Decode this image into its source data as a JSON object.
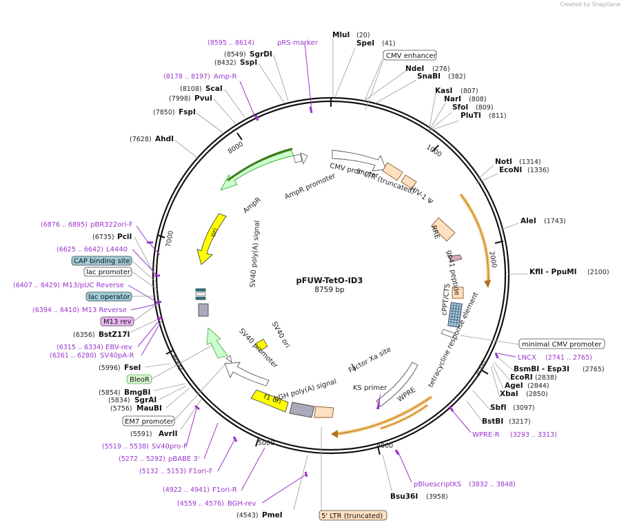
{
  "credit": "Created by SnapGene",
  "plasmid": {
    "name": "pFUW-TetO-ID3",
    "length": 8759,
    "length_label": "8759 bp"
  },
  "ticks": [
    "1000",
    "2000",
    "3000",
    "4000",
    "5000",
    "6000",
    "7000",
    "8000"
  ],
  "enzymes": [
    {
      "name": "MluI",
      "pos": "(20)"
    },
    {
      "name": "SpeI",
      "pos": "(41)"
    },
    {
      "name": "NdeI",
      "pos": "(276)"
    },
    {
      "name": "SnaBI",
      "pos": "(382)"
    },
    {
      "name": "KasI",
      "pos": "(807)"
    },
    {
      "name": "NarI",
      "pos": "(808)"
    },
    {
      "name": "SfoI",
      "pos": "(809)"
    },
    {
      "name": "PluTI",
      "pos": "(811)"
    },
    {
      "name": "NotI",
      "pos": "(1314)"
    },
    {
      "name": "EcoNI",
      "pos": "(1336)"
    },
    {
      "name": "AleI",
      "pos": "(1743)"
    },
    {
      "name": "KflI - PpuMI",
      "pos": "(2100)"
    },
    {
      "name": "BsmBI - Esp3I",
      "pos": "(2765)"
    },
    {
      "name": "EcoRI",
      "pos": "(2838)"
    },
    {
      "name": "AgeI",
      "pos": "(2844)"
    },
    {
      "name": "XbaI",
      "pos": "(2850)"
    },
    {
      "name": "SbfI",
      "pos": "(3097)"
    },
    {
      "name": "BstBI",
      "pos": "(3217)"
    },
    {
      "name": "Bsu36I",
      "pos": "(3958)"
    },
    {
      "name": "PmeI",
      "pos": "(4543)"
    },
    {
      "name": "AvrII",
      "pos": "(5591)"
    },
    {
      "name": "MauBI",
      "pos": "(5756)"
    },
    {
      "name": "SgrAI",
      "pos": "(5834)"
    },
    {
      "name": "BmgBI",
      "pos": "(5854)"
    },
    {
      "name": "FseI",
      "pos": "(5996)"
    },
    {
      "name": "BstZ17I",
      "pos": "(6356)"
    },
    {
      "name": "PciI",
      "pos": "(6735)"
    },
    {
      "name": "AhdI",
      "pos": "(7628)"
    },
    {
      "name": "FspI",
      "pos": "(7850)"
    },
    {
      "name": "PvuI",
      "pos": "(7998)"
    },
    {
      "name": "ScaI",
      "pos": "(8108)"
    },
    {
      "name": "SspI",
      "pos": "(8432)"
    },
    {
      "name": "SgrDI",
      "pos": "(8549)"
    }
  ],
  "primers": [
    {
      "name": "pRS-marker",
      "range": "(8595 .. 8614)"
    },
    {
      "name": "Amp-R",
      "range": "(8178 .. 8197)"
    },
    {
      "name": "pBR322ori-F",
      "range": "(6876 .. 6895)"
    },
    {
      "name": "L4440",
      "range": "(6625 .. 6642)"
    },
    {
      "name": "M13/pUC Reverse",
      "range": "(6407 .. 6429)"
    },
    {
      "name": "M13 Reverse",
      "range": "(6394 .. 6410)"
    },
    {
      "name": "EBV-rev",
      "range": "(6315 .. 6334)"
    },
    {
      "name": "SV40pA-R",
      "range": "(6261 .. 6280)"
    },
    {
      "name": "SV40pro-F",
      "range": "(5519 .. 5538)"
    },
    {
      "name": "pBABE 3'",
      "range": "(5272 .. 5292)"
    },
    {
      "name": "F1ori-F",
      "range": "(5132 .. 5153)"
    },
    {
      "name": "F1ori-R",
      "range": "(4922 .. 4941)"
    },
    {
      "name": "BGH-rev",
      "range": "(4559 .. 4576)"
    },
    {
      "name": "LNCX",
      "range": "(2741 .. 2765)"
    },
    {
      "name": "WPRE-R",
      "range": "(3293 .. 3313)"
    },
    {
      "name": "pBluescriptKS",
      "range": "(3832 .. 3848)"
    }
  ],
  "boxed_labels": [
    {
      "name": "CMV enhancer"
    },
    {
      "name": "minimal CMV promoter"
    },
    {
      "name": "5' LTR (truncated)"
    },
    {
      "name": "EM7 promoter"
    },
    {
      "name": "BleoR"
    },
    {
      "name": "M13 rev"
    },
    {
      "name": "lac operator"
    },
    {
      "name": "lac promoter"
    },
    {
      "name": "CAP binding site"
    }
  ],
  "features": [
    {
      "name": "CMV promoter"
    },
    {
      "name": "5' LTR (truncated)"
    },
    {
      "name": "HIV-1 Ψ"
    },
    {
      "name": "RRE"
    },
    {
      "name": "gp41 peptide"
    },
    {
      "name": "cPPT/CTS"
    },
    {
      "name": "tetracycline response element"
    },
    {
      "name": "WPRE"
    },
    {
      "name": "KS primer"
    },
    {
      "name": "Factor Xa site"
    },
    {
      "name": "bGH poly(A) signal"
    },
    {
      "name": "f1 ori"
    },
    {
      "name": "SV40 ori"
    },
    {
      "name": "SV40 promoter"
    },
    {
      "name": "SV40 poly(A) signal"
    },
    {
      "name": "ori"
    },
    {
      "name": "AmpR"
    },
    {
      "name": "AmpR promoter"
    }
  ],
  "colors": {
    "backbone": "#111111",
    "enzyme_line": "#888888",
    "primer": "#9933cc",
    "ampr_fill": "#ccffcc",
    "ori_fill": "#ffff00",
    "orange_arc": "#f5c57a",
    "ltr_fill": "#ffe0c0",
    "box_blue": "#9ecbd8",
    "box_pink": "#e8b8f0",
    "box_green": "#d8f5d0"
  }
}
